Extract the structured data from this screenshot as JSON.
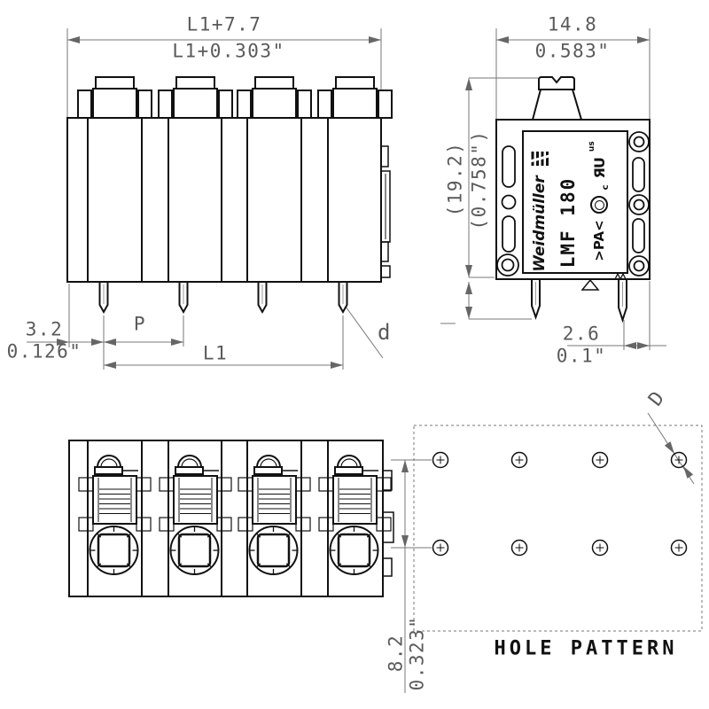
{
  "front_view": {
    "dim_total_mm": "L1+7.7",
    "dim_total_in": "L1+0.303\"",
    "dim_offset_mm": "3.2",
    "dim_offset_in": "0.126\"",
    "dim_pitch_label": "P",
    "dim_length_label": "L1",
    "pin_diameter_label": "d"
  },
  "side_view": {
    "dim_width_mm": "14.8",
    "dim_width_in": "0.583\"",
    "dim_height_mm": "(19.2)",
    "dim_height_in": "(0.758\")",
    "dim_pin_offset_mm": "2.6",
    "dim_pin_offset_in": "0.1\"",
    "label": {
      "brand": "Weidmüller",
      "product": "LMF 180",
      "material": ">PA<",
      "cert_csa_prefix": "c",
      "cert_ul": "ЯU",
      "cert_suffix": "us"
    }
  },
  "hole_pattern": {
    "title": "HOLE PATTERN",
    "dim_row_spacing_mm": "8.2",
    "dim_row_spacing_in": "0.323\"",
    "hole_diameter_label": "D"
  }
}
